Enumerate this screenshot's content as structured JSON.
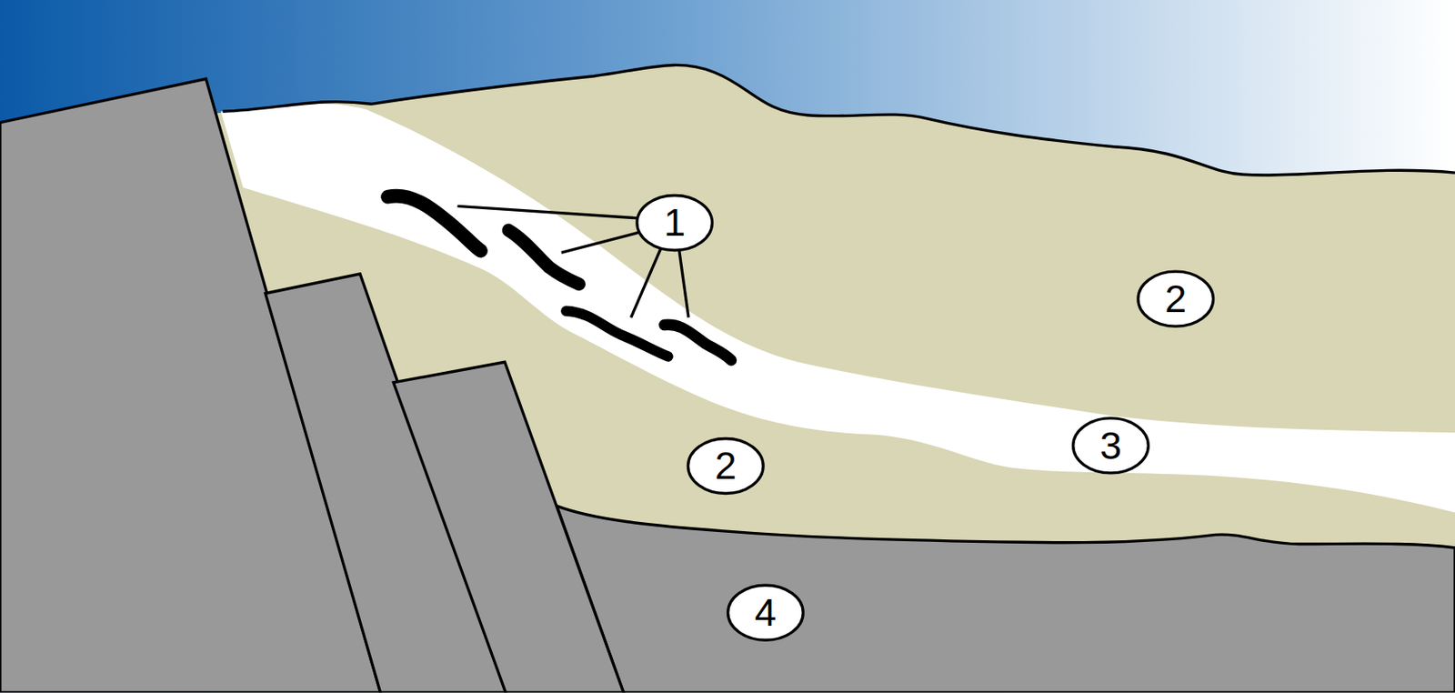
{
  "diagram": {
    "nodes": [
      {
        "text": [
          "1"
        ]
      },
      {
        "text": [
          "2"
        ]
      },
      {
        "text": [
          "3"
        ]
      },
      {
        "text": [
          "2"
        ]
      },
      {
        "text": [
          "4"
        ]
      }
    ]
  }
}
